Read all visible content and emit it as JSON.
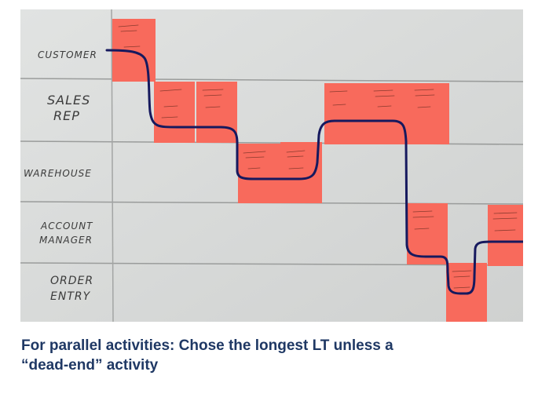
{
  "board": {
    "lanes": [
      {
        "label": "CUSTOMER",
        "lines": [
          "CUSTOMER"
        ]
      },
      {
        "label": "SALES REP",
        "lines": [
          "SALES",
          "REP"
        ]
      },
      {
        "label": "WAREHOUSE",
        "lines": [
          "WAREHOUSE"
        ]
      },
      {
        "label": "ACCOUNT MANAGER",
        "lines": [
          "ACCOUNT",
          "MANAGER"
        ]
      },
      {
        "label": "ORDER ENTRY",
        "lines": [
          "ORDER",
          "ENTRY"
        ]
      }
    ],
    "colors": {
      "board": "#d9dbda",
      "sticky_note": "#f86a5c",
      "path_line": "#16195e",
      "grid_line": "#9a9c9b"
    }
  },
  "caption": {
    "line1": "For parallel activities: Chose the longest LT unless a",
    "line2": "“dead-end” activity"
  }
}
